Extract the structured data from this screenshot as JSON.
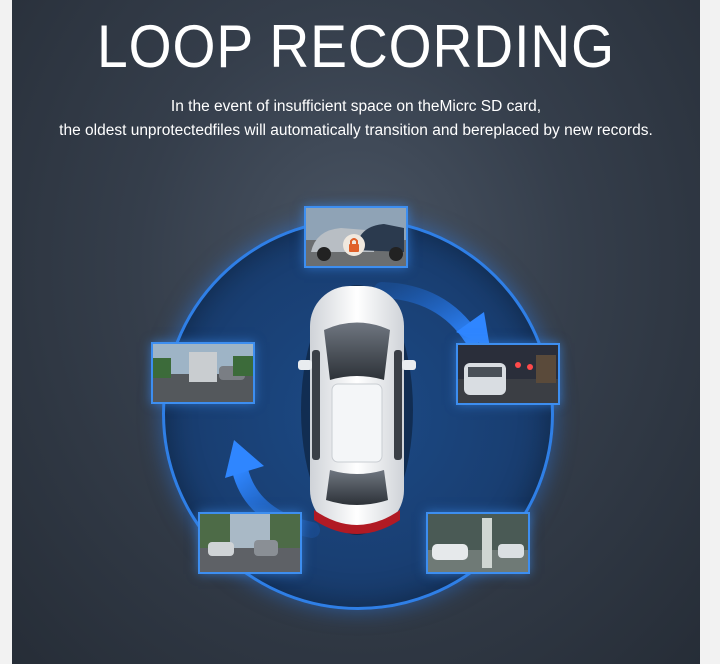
{
  "header": {
    "title": "LOOP RECORDING",
    "description_line1": "In the event of insufficient space on theMicrc SD card,",
    "description_line2": "the oldest unprotectedfiles will automatically transition and bereplaced by new records."
  },
  "colors": {
    "background": "#353e4b",
    "ring": "#193f73",
    "accent_blue": "#2f7fe6",
    "text": "#ffffff"
  },
  "thumbnails": [
    {
      "name": "crash-scene",
      "icon": "lock-icon"
    },
    {
      "name": "night-street"
    },
    {
      "name": "parking-garage"
    },
    {
      "name": "city-traffic"
    },
    {
      "name": "highway-truck"
    }
  ]
}
